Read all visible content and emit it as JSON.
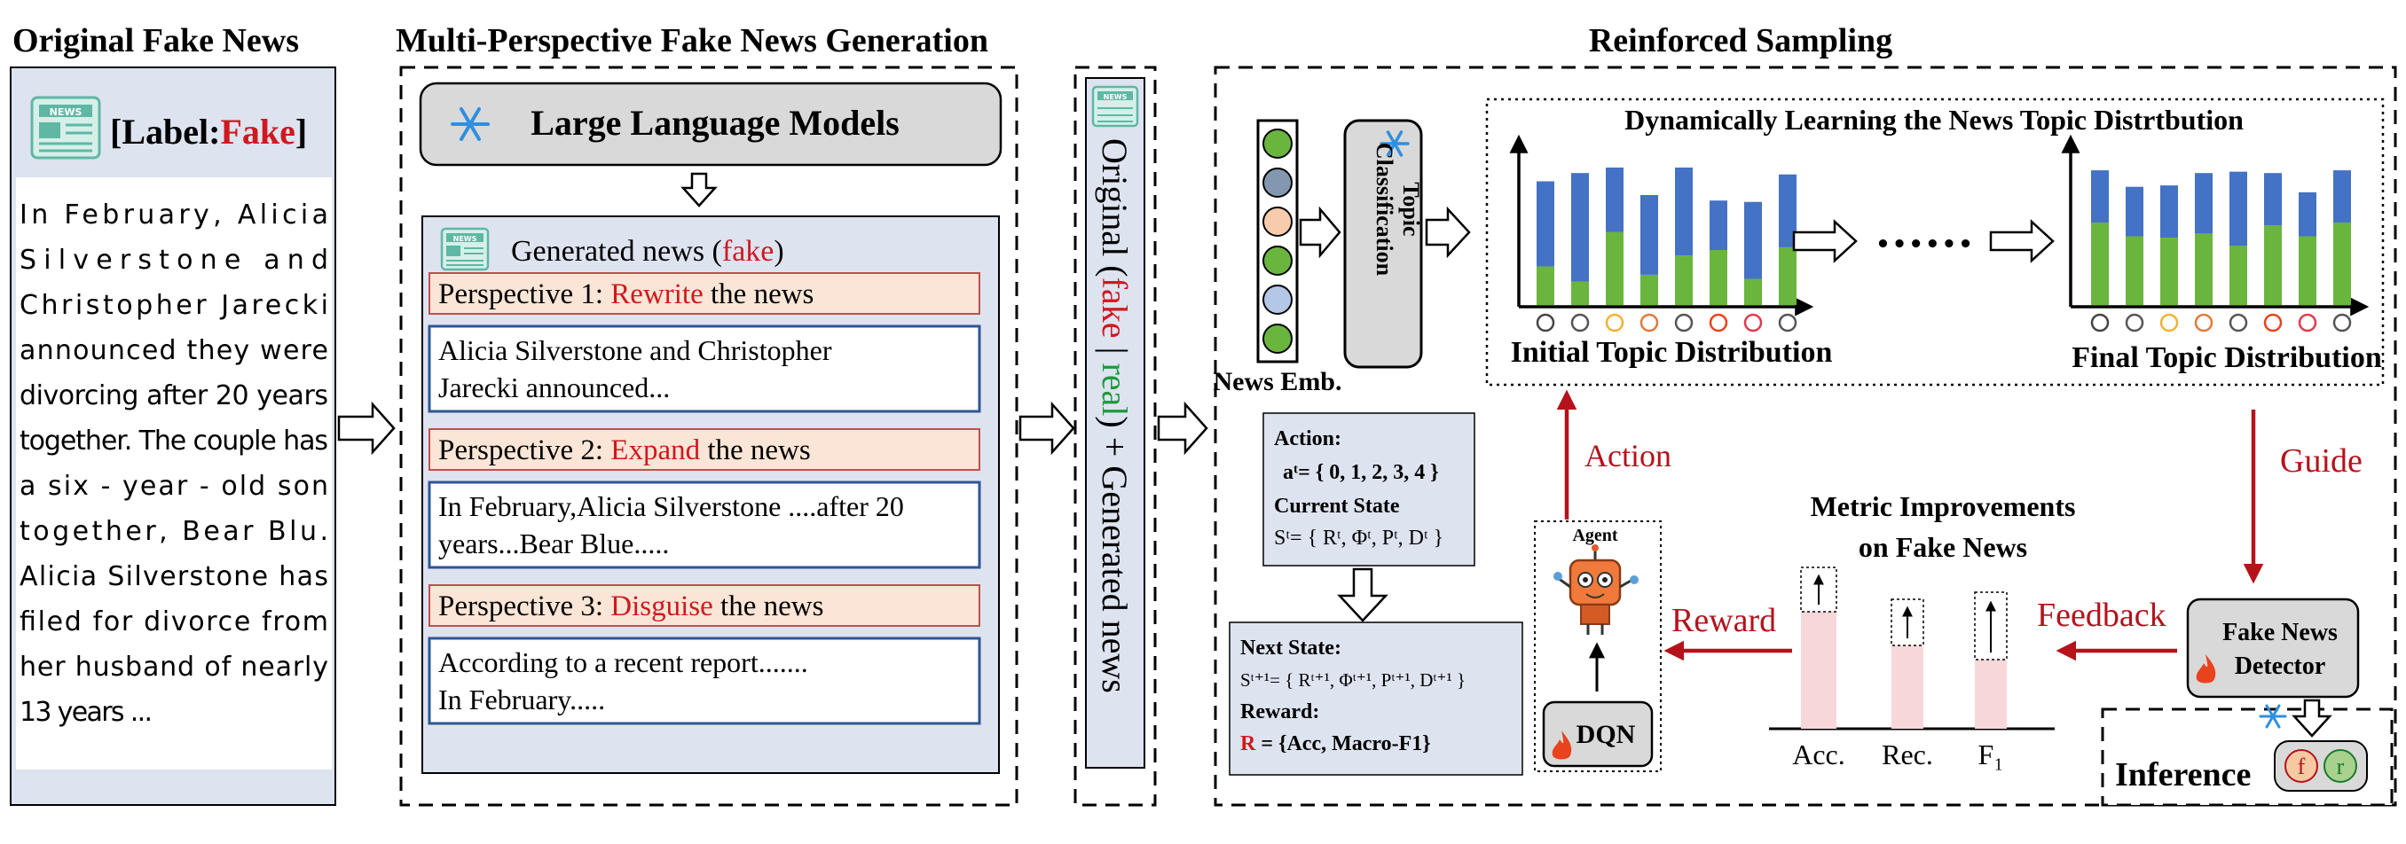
{
  "colors": {
    "red_text": "#d0181e",
    "dark_red_arrow": "#b5121b",
    "green_text": "#1b9a3a",
    "bar_green": "#6ab53e",
    "bar_blue": "#4472c4",
    "panel_fill": "#dee3f0",
    "perspective_fill": "#fbe5d6",
    "gray_box": "#d9d9d9",
    "metric_pink": "#f8d7da"
  },
  "icons": [
    "newspaper-icon",
    "snowflake-icon",
    "fire-icon",
    "robot-agent-icon",
    "topic-category-icons"
  ],
  "sections": {
    "original": "Original Fake News",
    "generation": "Multi-Perspective Fake News Generation",
    "sampling": "Reinforced Sampling"
  },
  "original_news": {
    "label_prefix": "[Label:",
    "label_value": "Fake",
    "label_suffix": "]",
    "text_lines": [
      "In February, Alicia",
      "Silverstone and",
      "Christopher Jarecki",
      "announced they were",
      "divorcing after 20 years",
      "together. The couple has",
      "a six - year - old son",
      "together, Bear Blu.",
      "Alicia Silverstone has",
      "filed for divorce from",
      "her husband of nearly",
      "13 years ..."
    ]
  },
  "generation": {
    "llm": "Large Language Models",
    "generated_prefix": "Generated news (",
    "generated_label": "fake",
    "generated_suffix": ")",
    "perspectives": [
      {
        "prefix": "Perspective 1: ",
        "verb": "Rewrite",
        "suffix": " the news",
        "text_lines": [
          "Alicia Silverstone and Christopher",
          "Jarecki announced..."
        ]
      },
      {
        "prefix": "Perspective 2: ",
        "verb": "Expand",
        "suffix": " the news",
        "text_lines": [
          "In February,Alicia Silverstone ....after 20",
          "years...Bear Blue....."
        ]
      },
      {
        "prefix": "Perspective 3: ",
        "verb": "Disguise",
        "suffix": " the news",
        "text_lines": [
          "According to a recent report.......",
          "In  February....."
        ]
      }
    ]
  },
  "combined": {
    "part1": "Original (",
    "fake": "fake",
    "sep": " | ",
    "real": "real",
    "part2": ") + Generated  news"
  },
  "sampling": {
    "news_emb": "News Emb.",
    "topic_classification_lines": [
      "Topic",
      "Classification"
    ],
    "dynamic_title": "Dynamically Learning the News Topic Distrtbution",
    "initial_label": "Initial Topic Distribution",
    "final_label": "Final Topic Distribution",
    "dots": "••••••",
    "action_box": {
      "action_title": "Action:",
      "action_value": "aᵗ= { 0, 1, 2, 3, 4 }",
      "state_title": "Current State",
      "state_value": "Sᵗ= { Rᵗ, Φᵗ, Pᵗ, Dᵗ }"
    },
    "next_box": {
      "next_title": "Next State:",
      "next_value": "Sᵗ⁺¹= { Rᵗ⁺¹, Φᵗ⁺¹, Pᵗ⁺¹, Dᵗ⁺¹ }",
      "reward_title": "Reward:",
      "reward_symbol": "R",
      "reward_value": " = {Acc,  Macro-F1}"
    },
    "agent": "Agent",
    "dqn": "DQN",
    "action": "Action",
    "reward": "Reward",
    "feedback": "Feedback",
    "guide": "Guide",
    "metric_title_lines": [
      "Metric Improvements",
      "on Fake News"
    ],
    "metrics": [
      "Acc.",
      "Rec.",
      "F₁"
    ],
    "detector_lines": [
      "Fake News",
      "Detector"
    ],
    "inference": "Inference",
    "f": "f",
    "r": "r"
  },
  "chart_data": [
    {
      "type": "bar",
      "title": "Initial Topic Distribution",
      "stacked": true,
      "series": [
        {
          "values": [
            0.28,
            0.17,
            0.53,
            0.22,
            0.36,
            0.4,
            0.19,
            0.42
          ]
        },
        {
          "values": [
            0.62,
            0.79,
            0.47,
            0.58,
            0.64,
            0.36,
            0.56,
            0.53
          ]
        }
      ]
    },
    {
      "type": "bar",
      "title": "Final Topic Distribution",
      "stacked": true,
      "series": [
        {
          "values": [
            0.6,
            0.5,
            0.49,
            0.52,
            0.43,
            0.58,
            0.5,
            0.6
          ]
        },
        {
          "values": [
            0.38,
            0.36,
            0.38,
            0.44,
            0.54,
            0.38,
            0.32,
            0.38
          ]
        }
      ]
    }
  ]
}
